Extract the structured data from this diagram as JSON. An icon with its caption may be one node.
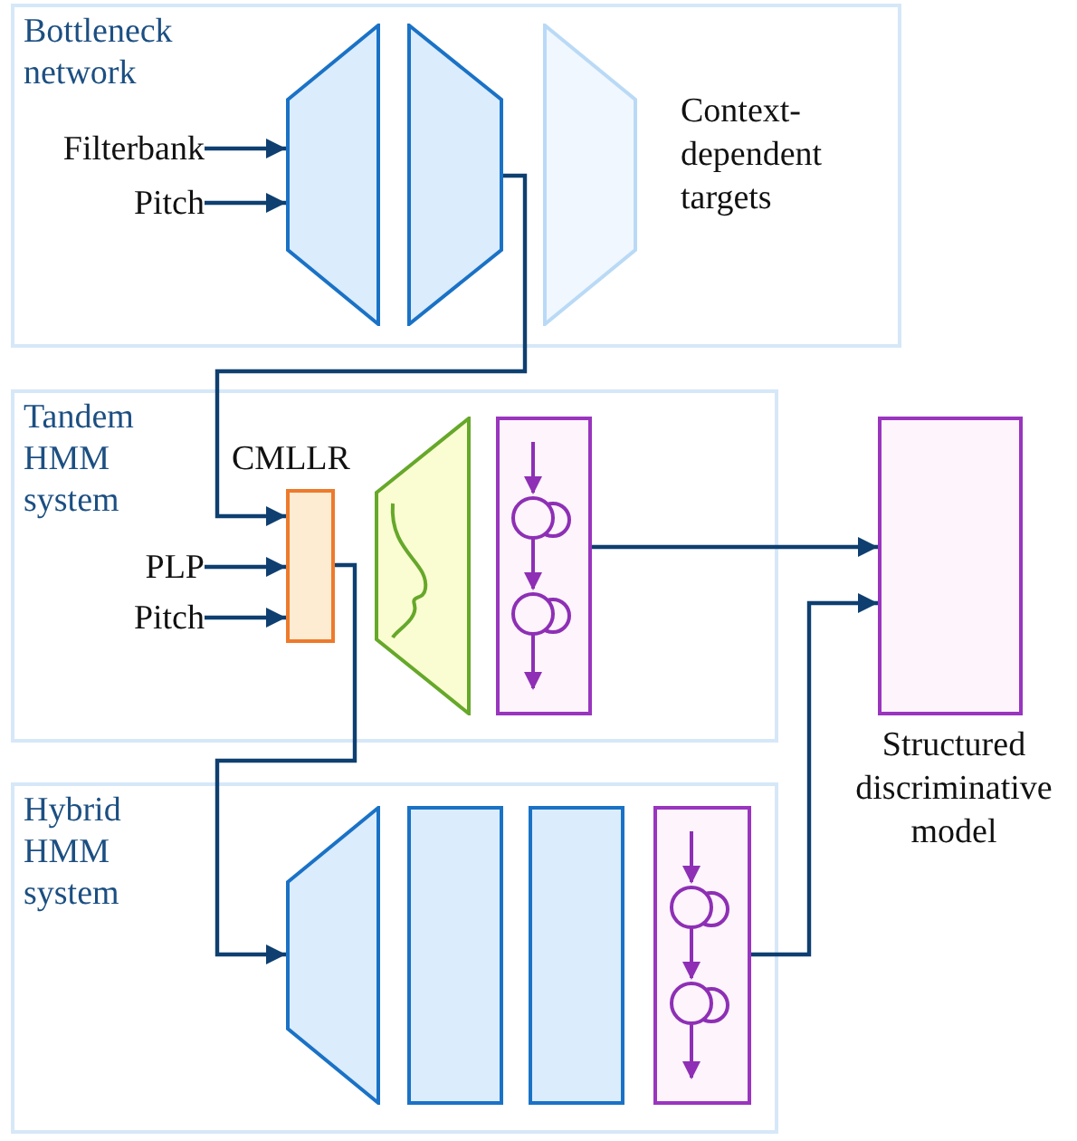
{
  "diagram": {
    "nodes": [
      {
        "text": [
          "Bottleneck network"
        ]
      },
      {
        "text": [
          "Filterbank"
        ],
        "in": 0
      },
      {
        "text": [
          "Pitch"
        ],
        "in": 0
      },
      {
        "text": [],
        "shape": "trapezoid",
        "in": 0
      },
      {
        "text": [],
        "shape": "trapezoid",
        "in": 0
      },
      {
        "text": [],
        "shape": "trapezoid",
        "in": 0,
        "beside": [
          "Context-dependent targets"
        ]
      },
      {
        "text": [
          "Tandem HMM system"
        ]
      },
      {
        "text": [],
        "shape": "box",
        "in": 6,
        "beside": [
          "CMLLR"
        ]
      },
      {
        "text": [
          "PLP"
        ],
        "in": 6
      },
      {
        "text": [
          "Pitch"
        ],
        "in": 6
      },
      {
        "text": [],
        "shape": "trapezoid",
        "in": 6
      },
      {
        "text": [],
        "shape": "box",
        "in": 6
      },
      {
        "text": [
          "Hybrid HMM system"
        ]
      },
      {
        "text": [],
        "shape": "trapezoid",
        "in": 12
      },
      {
        "text": [],
        "shape": "box",
        "in": 12
      },
      {
        "text": [],
        "shape": "box",
        "in": 12
      },
      {
        "text": [],
        "shape": "box",
        "in": 12
      },
      {
        "text": [],
        "shape": "box",
        "beside": [
          "Structured discriminative model"
        ]
      }
    ],
    "edges": [
      {
        "from": 1,
        "to": 3,
        "arrow": "to"
      },
      {
        "from": 2,
        "to": 3,
        "arrow": "to"
      },
      {
        "from": 4,
        "to": 7,
        "arrow": "to"
      },
      {
        "from": 8,
        "to": 7,
        "arrow": "to"
      },
      {
        "from": 9,
        "to": 7,
        "arrow": "to"
      },
      {
        "from": 7,
        "to": 13,
        "arrow": "to"
      },
      {
        "from": 11,
        "to": 17,
        "arrow": "to"
      },
      {
        "from": 16,
        "to": 17,
        "arrow": "to"
      }
    ]
  }
}
